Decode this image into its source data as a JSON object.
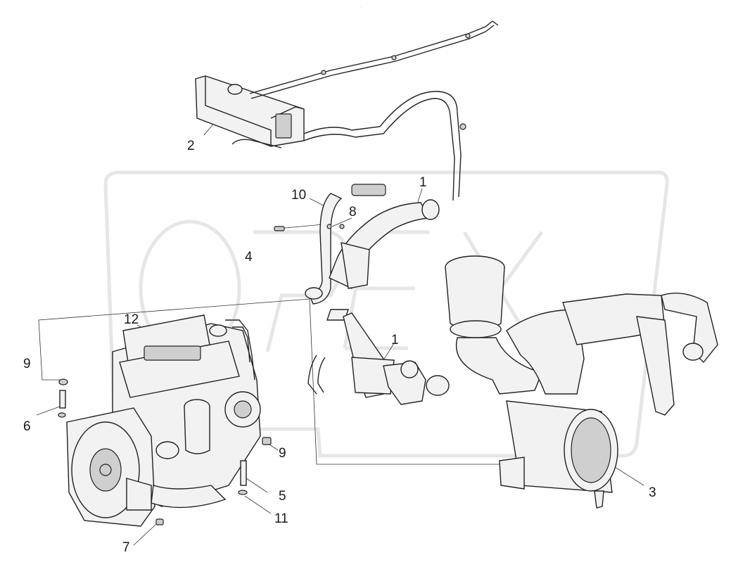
{
  "watermark": {
    "text": "OPEX"
  },
  "header_mark": "·· ",
  "callouts": [
    {
      "id": "c-1-top",
      "text": "1"
    },
    {
      "id": "c-1-mid",
      "text": "1"
    },
    {
      "id": "c-2",
      "text": "2"
    },
    {
      "id": "c-3",
      "text": "3"
    },
    {
      "id": "c-4",
      "text": "4"
    },
    {
      "id": "c-5",
      "text": "5"
    },
    {
      "id": "c-6",
      "text": "6"
    },
    {
      "id": "c-7",
      "text": "7"
    },
    {
      "id": "c-8",
      "text": "8"
    },
    {
      "id": "c-9-left",
      "text": "9"
    },
    {
      "id": "c-9-right",
      "text": "9"
    },
    {
      "id": "c-10",
      "text": "10"
    },
    {
      "id": "c-11",
      "text": "11"
    },
    {
      "id": "c-12",
      "text": "12"
    }
  ]
}
